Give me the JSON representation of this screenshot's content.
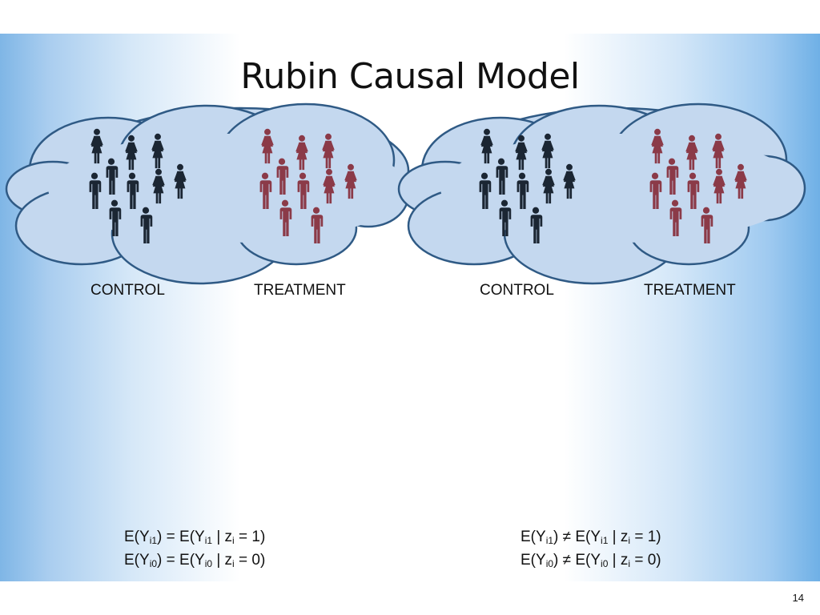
{
  "slide": {
    "title": "Rubin Causal Model",
    "page_number": "14",
    "colors": {
      "control": "#1b2633",
      "treatment": "#8b3a48",
      "cloud_fill": "#c4d8ef",
      "cloud_stroke": "#2f5a85"
    }
  },
  "left_panel": {
    "control_label": "CONTROL",
    "treatment_label": "TREATMENT",
    "equations": [
      {
        "lhs_open": "E(Y",
        "lhs_sub": "i1",
        "lhs_close": ") ",
        "rel": "=",
        "rhs_open": " E(Y",
        "rhs_sub": "i1",
        "rhs_mid": " | z",
        "rhs_sub2": "i",
        "rhs_close": " = 1)"
      },
      {
        "lhs_open": "E(Y",
        "lhs_sub": "i0",
        "lhs_close": ") ",
        "rel": "=",
        "rhs_open": " E(Y",
        "rhs_sub": "i0",
        "rhs_mid": " | z",
        "rhs_sub2": "i",
        "rhs_close": " = 0)"
      }
    ]
  },
  "right_panel": {
    "control_label": "CONTROL",
    "treatment_label": "TREATMENT",
    "equations": [
      {
        "lhs_open": "E(Y",
        "lhs_sub": "i1",
        "lhs_close": ") ",
        "rel": "≠",
        "rhs_open": " E(Y",
        "rhs_sub": "i1",
        "rhs_mid": " | z",
        "rhs_sub2": "i",
        "rhs_close": " = 1)"
      },
      {
        "lhs_open": "E(Y",
        "lhs_sub": "i0",
        "lhs_close": ") ",
        "rel": "≠",
        "rhs_open": " E(Y",
        "rhs_sub": "i0",
        "rhs_mid": " | z",
        "rhs_sub2": "i",
        "rhs_close": " = 0)"
      }
    ]
  },
  "people_icons": [
    "female-person-icon",
    "male-person-icon"
  ]
}
